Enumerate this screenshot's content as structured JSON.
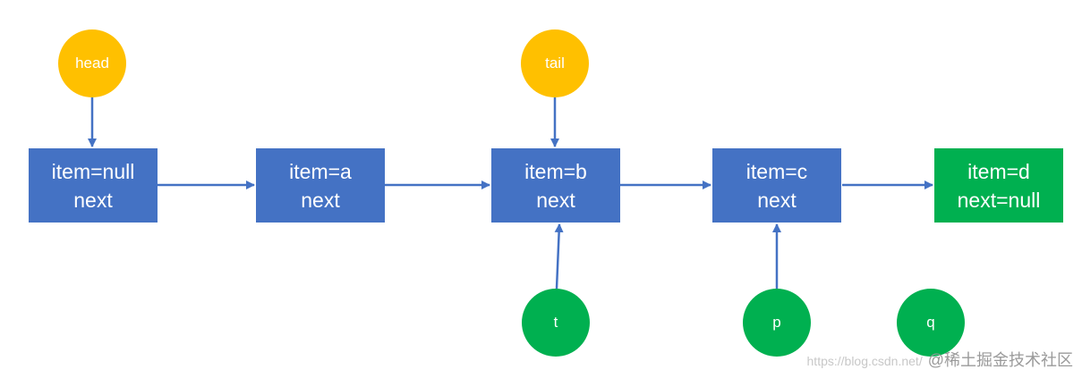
{
  "colors": {
    "node": "#4472c4",
    "tail_node": "#00b050",
    "head_tail_pointer": "#ffc000",
    "other_pointer": "#00b050",
    "arrow": "#4472c4"
  },
  "nodes": [
    {
      "item": "item=null",
      "next": "next"
    },
    {
      "item": "item=a",
      "next": "next"
    },
    {
      "item": "item=b",
      "next": "next"
    },
    {
      "item": "item=c",
      "next": "next"
    },
    {
      "item": "item=d",
      "next": "next=null"
    }
  ],
  "pointers": {
    "head": "head",
    "tail": "tail",
    "t": "t",
    "p": "p",
    "q": "q"
  },
  "watermark": {
    "url": "https://blog.csdn.net/",
    "brand": "@稀土掘金技术社区"
  }
}
